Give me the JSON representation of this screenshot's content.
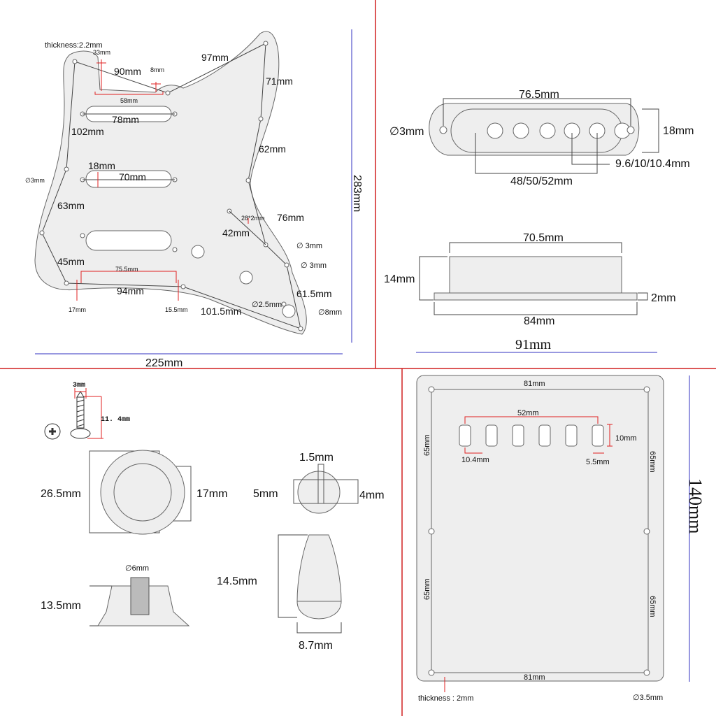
{
  "pickguard": {
    "thickness": "thickness:2.2mm",
    "labels": [
      "33mm",
      "90mm",
      "8mm",
      "58mm",
      "97mm",
      "71mm",
      "78mm",
      "102mm",
      "62mm",
      "18mm",
      "70mm",
      "∅3mm",
      "63mm",
      "28*2mm",
      "76mm",
      "42mm",
      "∅ 3mm",
      "∅ 3mm",
      "45mm",
      "75.5mm",
      "94mm",
      "61.5mm",
      "17mm",
      "15.5mm",
      "101.5mm",
      "∅2.5mm",
      "∅8mm"
    ],
    "height": "283mm",
    "width": "225mm"
  },
  "pickup_cover": {
    "length": "76.5mm",
    "hole": "∅3mm",
    "height": "18mm",
    "spacing": "9.6/10/10.4mm",
    "span": "48/50/52mm",
    "side_top": "70.5mm",
    "side_height": "14mm",
    "side_base": "2mm",
    "side_bottom": "84mm",
    "overall": "91mm"
  },
  "parts": {
    "screw_width": "3mm",
    "screw_length": "11. 4mm",
    "knob_outer": "26.5mm",
    "knob_inner": "17mm",
    "knob_hole": "∅6mm",
    "knob_height": "13.5mm",
    "tip_slot": "1.5mm",
    "tip_outer": "5mm",
    "tip_inner": "4mm",
    "tip_height": "14.5mm",
    "tip_width": "8.7mm"
  },
  "backplate": {
    "top": "81mm",
    "slot_span": "52mm",
    "slot_height": "10mm",
    "slot_width": "10.4mm",
    "slot_gap": "5.5mm",
    "left_top": "65mm",
    "right_top": "65mm",
    "left_bottom": "65mm",
    "right_bottom": "65mm",
    "bottom": "81mm",
    "height": "140mm",
    "thickness": "thickness : 2mm",
    "hole": "∅3.5mm"
  },
  "colors": {
    "divider": "#d02020",
    "dimension_red": "#e02020",
    "dimension_blue": "#3030c0"
  }
}
